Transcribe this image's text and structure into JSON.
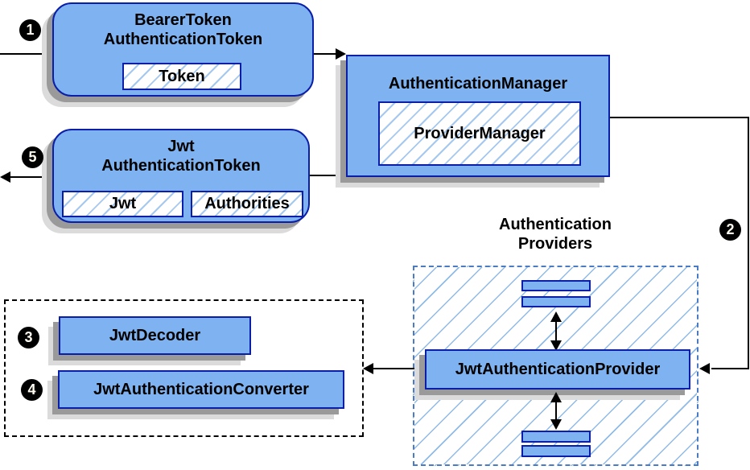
{
  "badges": {
    "one": "1",
    "two": "2",
    "three": "3",
    "four": "4",
    "five": "5"
  },
  "nodes": {
    "bearer_token": {
      "title_line1": "BearerToken",
      "title_line2": "AuthenticationToken",
      "field": "Token"
    },
    "authentication_manager": {
      "title": "AuthenticationManager",
      "field": "ProviderManager"
    },
    "jwt_authentication_token": {
      "title_line1": "Jwt",
      "title_line2": "AuthenticationToken",
      "field1": "Jwt",
      "field2": "Authorities"
    },
    "authentication_providers": {
      "label_line1": "Authentication",
      "label_line2": "Providers",
      "provider": "JwtAuthenticationProvider"
    },
    "converter_group": {
      "decoder": "JwtDecoder",
      "converter": "JwtAuthenticationConverter"
    }
  },
  "colors": {
    "node_fill": "#7EB2F0",
    "node_border": "#0A1EA8",
    "hatch_line": "#A5C8F0",
    "providers_dash_border": "#4A7BC4",
    "group_dash_border": "#000000",
    "shadow_dark": "#9A9A9A",
    "shadow_light": "#DBDBDB",
    "connector": "#000000",
    "badge_bg": "#000000",
    "badge_text": "#FFFBEF"
  }
}
